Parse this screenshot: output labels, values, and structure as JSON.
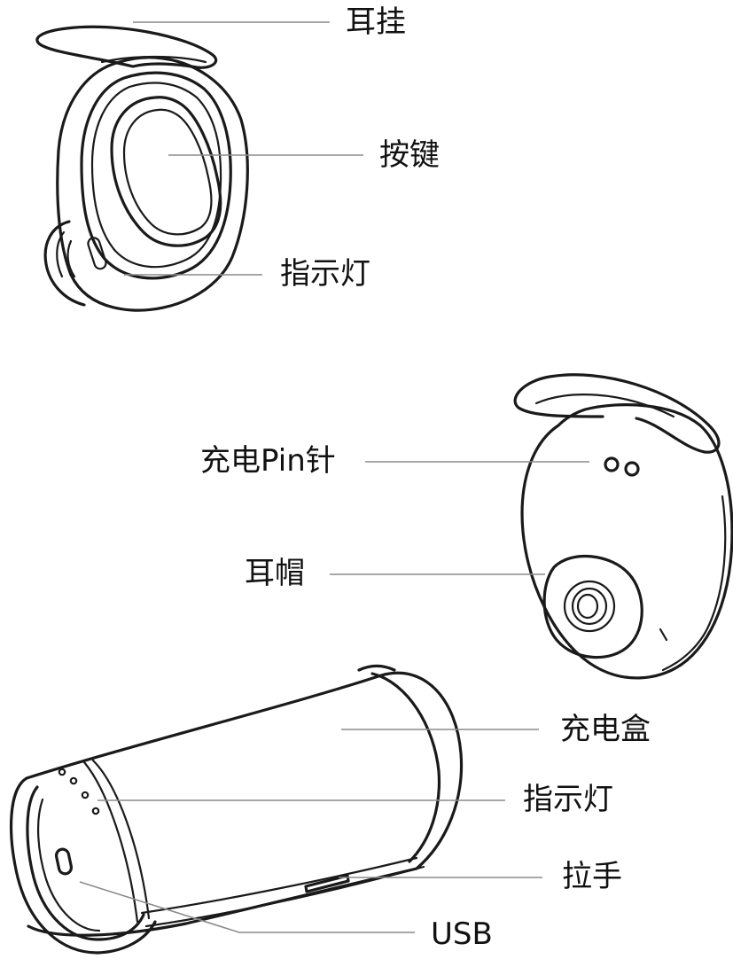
{
  "labels": {
    "ear_hook": "耳挂",
    "button": "按键",
    "earbud_indicator": "指示灯",
    "charging_pins": "充电Pin针",
    "ear_cap": "耳帽",
    "charging_case": "充电盒",
    "case_indicator": "指示灯",
    "pull_tab": "拉手",
    "usb": "USB"
  },
  "icons": {
    "earbud_front": "earbud-front-icon",
    "earbud_back": "earbud-back-icon",
    "charging_case": "charging-case-icon"
  }
}
